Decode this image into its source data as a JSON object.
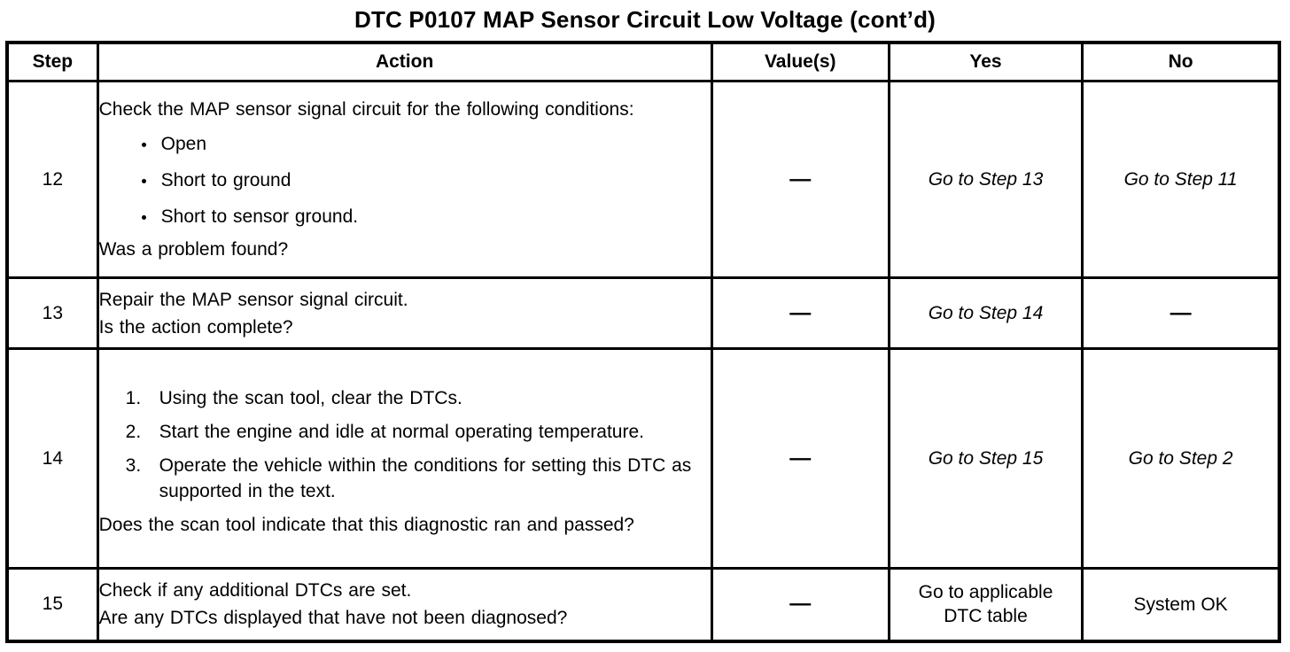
{
  "document": {
    "title": "DTC P0107 MAP Sensor Circuit Low Voltage (cont’d)"
  },
  "table": {
    "headers": {
      "step": "Step",
      "action": "Action",
      "value": "Value(s)",
      "yes": "Yes",
      "no": "No"
    },
    "dash": "—",
    "rows": [
      {
        "step": "12",
        "action_intro": "Check the MAP sensor signal circuit for the following conditions:",
        "bullets": [
          "Open",
          "Short to ground",
          "Short to sensor ground."
        ],
        "question": "Was a problem found?",
        "value": "—",
        "yes": "Go to Step 13",
        "no": "Go to Step 11"
      },
      {
        "step": "13",
        "action_intro": "Repair the MAP sensor signal circuit.",
        "question": "Is the action complete?",
        "value": "—",
        "yes": "Go to Step 14",
        "no": "—"
      },
      {
        "step": "14",
        "numbered": [
          {
            "num": "1.",
            "text": "Using the scan tool, clear the DTCs."
          },
          {
            "num": "2.",
            "text": "Start the engine and idle at normal operating temperature."
          },
          {
            "num": "3.",
            "text": "Operate the vehicle within the conditions for setting this DTC as supported in the text."
          }
        ],
        "question": "Does the scan tool indicate that this diagnostic ran and passed?",
        "value": "—",
        "yes": "Go to Step 15",
        "no": "Go to Step 2"
      },
      {
        "step": "15",
        "action_intro": "Check if any additional DTCs are set.",
        "question": "Are any DTCs displayed that have not been diagnosed?",
        "value": "—",
        "yes_line1": "Go to applicable",
        "yes_line2": "DTC table",
        "no": "System OK"
      }
    ]
  }
}
